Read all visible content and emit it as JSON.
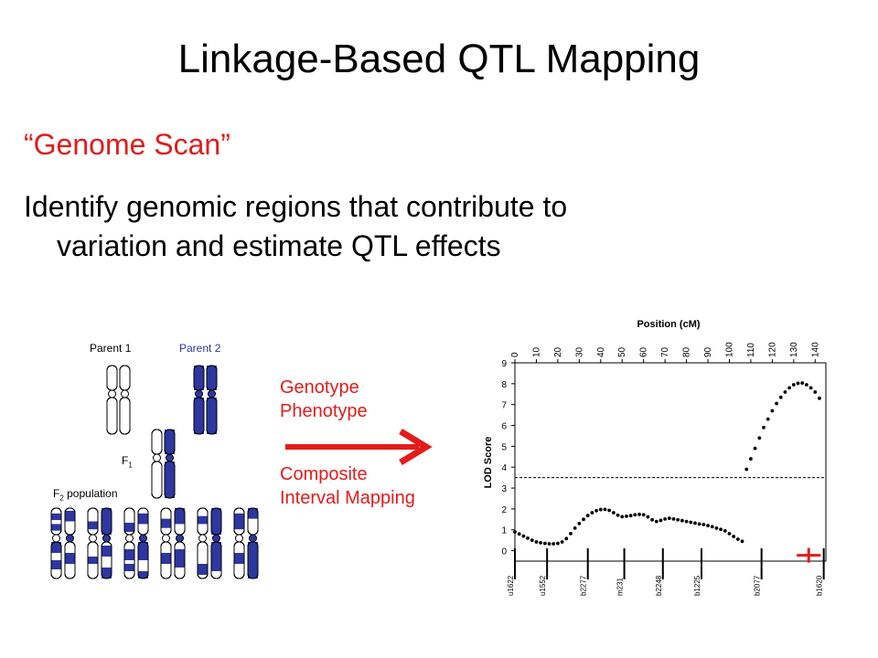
{
  "slide": {
    "title": "Linkage-Based QTL Mapping",
    "subhead": "“Genome Scan”",
    "body_line1": "Identify genomic regions that contribute to",
    "body_line2": "variation and estimate QTL effects"
  },
  "diagram": {
    "parent1_label": "Parent 1",
    "parent2_label": "Parent 2",
    "f1_label": "F",
    "f1_sub": "1",
    "f2_label_prefix": "F",
    "f2_sub": "2",
    "f2_label_suffix": " population",
    "genotype_label": "Genotype",
    "phenotype_label": "Phenotype",
    "method_line1": "Composite",
    "method_line2": "Interval Mapping",
    "colors": {
      "blue": "#2e36a0",
      "red": "#e31b1b"
    }
  },
  "chart_data": {
    "type": "scatter",
    "xlabel": "Position (cM)",
    "ylabel": "LOD Score",
    "x_ticks": [
      0,
      10,
      20,
      30,
      40,
      50,
      60,
      70,
      80,
      90,
      100,
      110,
      120,
      130,
      140
    ],
    "y_ticks": [
      0,
      1,
      2,
      3,
      4,
      5,
      6,
      7,
      8,
      9
    ],
    "xlim": [
      0,
      145
    ],
    "ylim": [
      -0.5,
      9
    ],
    "threshold": 3.5,
    "grid": false,
    "markers": [
      {
        "name": "u1622",
        "x": 0
      },
      {
        "name": "u1552",
        "x": 15
      },
      {
        "name": "b2277",
        "x": 34
      },
      {
        "name": "m231",
        "x": 51
      },
      {
        "name": "b2248",
        "x": 69
      },
      {
        "name": "b1225",
        "x": 87
      },
      {
        "name": "b2077",
        "x": 115
      },
      {
        "name": "b1620",
        "x": 144
      }
    ],
    "series": [
      {
        "x": [
          0,
          2,
          4,
          6,
          8,
          10,
          12,
          14,
          16,
          18,
          20,
          22,
          24,
          26,
          28,
          30,
          32,
          34,
          36,
          38,
          40,
          42,
          44,
          46,
          48,
          50,
          52,
          54,
          56,
          58,
          60,
          62,
          64,
          66,
          68,
          70,
          72,
          74,
          76,
          78,
          80,
          82,
          84,
          86,
          88,
          90,
          92,
          94,
          96,
          98,
          100,
          102,
          104,
          106,
          108,
          110,
          112,
          114,
          116,
          118,
          120,
          122,
          124,
          126,
          128,
          130,
          132,
          134,
          136,
          138,
          140,
          142
        ],
        "y": [
          0.9,
          0.8,
          0.7,
          0.6,
          0.5,
          0.42,
          0.38,
          0.35,
          0.33,
          0.33,
          0.35,
          0.42,
          0.58,
          0.82,
          1.08,
          1.3,
          1.5,
          1.68,
          1.82,
          1.92,
          1.97,
          1.98,
          1.93,
          1.82,
          1.7,
          1.63,
          1.65,
          1.68,
          1.72,
          1.74,
          1.72,
          1.62,
          1.48,
          1.4,
          1.45,
          1.52,
          1.55,
          1.52,
          1.48,
          1.44,
          1.4,
          1.36,
          1.32,
          1.28,
          1.25,
          1.2,
          1.15,
          1.08,
          1.02,
          0.95,
          0.82,
          0.68,
          0.55,
          0.45,
          3.9,
          4.4,
          4.9,
          5.4,
          5.9,
          6.3,
          6.7,
          7.05,
          7.35,
          7.6,
          7.8,
          7.95,
          8.02,
          8.03,
          7.95,
          7.8,
          7.6,
          7.3
        ]
      }
    ]
  }
}
